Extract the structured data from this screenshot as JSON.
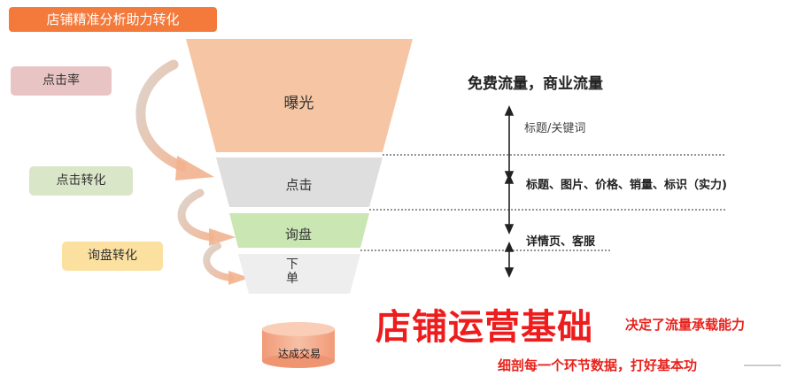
{
  "header": {
    "title": "店铺精准分析助力转化"
  },
  "side_labels": {
    "click_rate": "点击率",
    "click_conversion": "点击转化",
    "inquiry_conversion": "询盘转化"
  },
  "funnel": {
    "stages": [
      "曝光",
      "点击",
      "询盘",
      "下\n单"
    ],
    "result": "达成交易",
    "colors": {
      "exposure": "#f6c6a4",
      "click": "#dedede",
      "inquiry": "#c9e6b3",
      "order": "#eeeeee",
      "result": "#f3ab8d"
    }
  },
  "annotations": {
    "traffic": "免费流量，商业流量",
    "keywords": "标题/关键词",
    "factors": "标题、图片、价格、销量、标识（实力)",
    "detail": "详情页、客服"
  },
  "slogan": {
    "main": "店铺运营基础",
    "side": "决定了流量承载能力",
    "sub": "细剖每一个环节数据，打好基本功"
  },
  "accent_colors": {
    "badge": "#f47a3c",
    "slogan": "#ee1c1c"
  }
}
